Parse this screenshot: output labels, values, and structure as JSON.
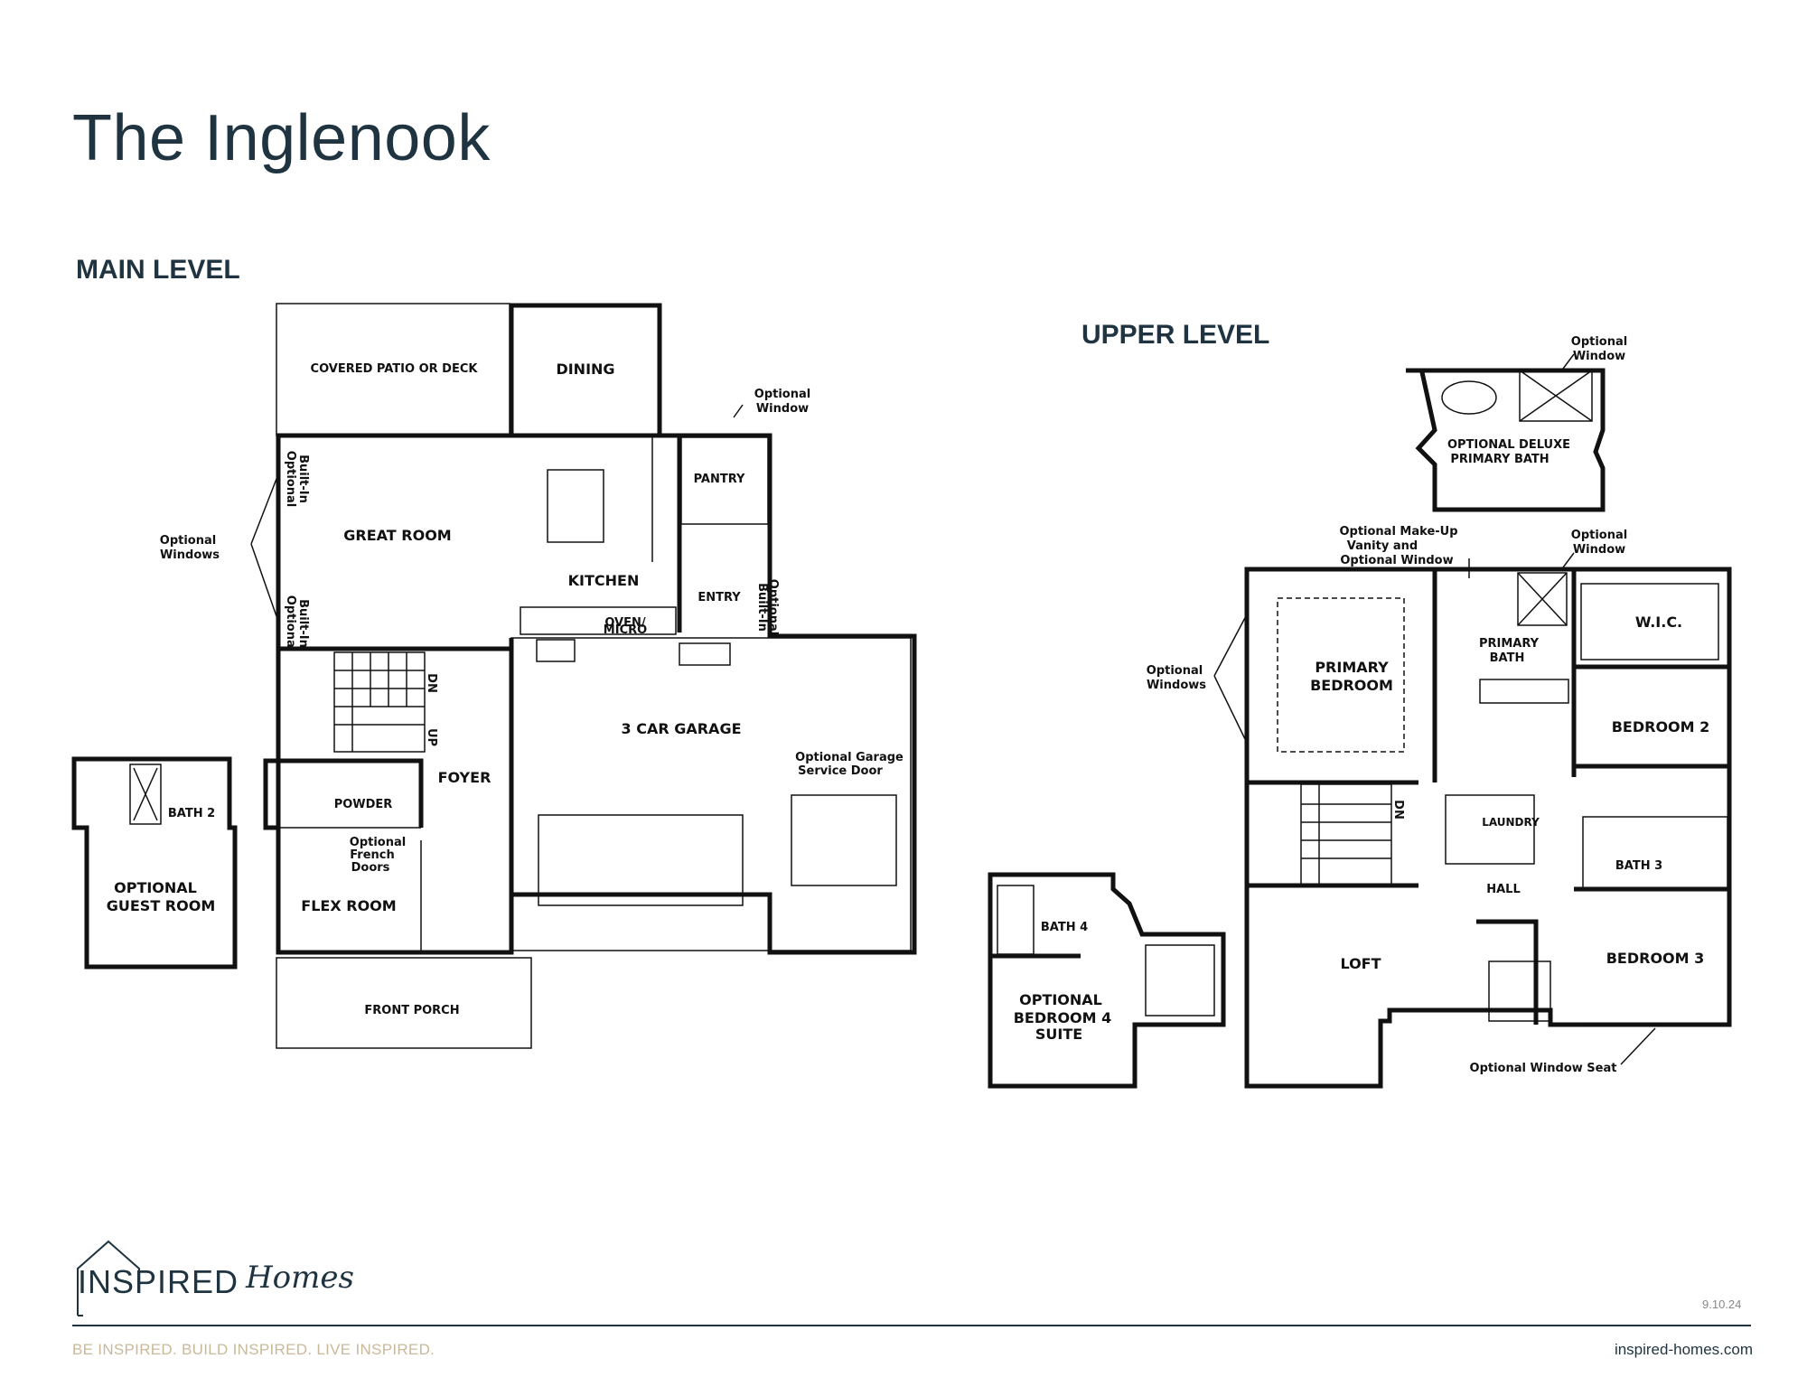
{
  "title": "The Inglenook",
  "main_level": {
    "label": "MAIN LEVEL",
    "rooms": {
      "patio": "COVERED PATIO OR DECK",
      "dining": "DINING",
      "great_room": "GREAT ROOM",
      "kitchen": "KITCHEN",
      "pantry": "PANTRY",
      "entry": "ENTRY",
      "garage": "3 CAR GARAGE",
      "foyer": "FOYER",
      "powder": "POWDER",
      "flex_room": "FLEX ROOM",
      "front_porch": "FRONT PORCH",
      "bath2": "BATH 2",
      "guest_room_1": "OPTIONAL",
      "guest_room_2": "GUEST ROOM"
    },
    "notes": {
      "opt_window_1": "Optional",
      "opt_window_2": "Window",
      "opt_windows_1": "Optional",
      "opt_windows_2": "Windows",
      "builtin_1": "Optional",
      "builtin_2": "Built-In",
      "garage_door_1": "Optional Garage",
      "garage_door_2": "Service Door",
      "french_1": "Optional",
      "french_2": "French",
      "french_3": "Doors",
      "oven": "OVEN/",
      "micro": "MICRO",
      "dn": "DN",
      "up": "UP"
    }
  },
  "upper_level": {
    "label": "UPPER LEVEL",
    "rooms": {
      "deluxe_bath_1": "OPTIONAL DELUXE",
      "deluxe_bath_2": "PRIMARY BATH",
      "primary_bedroom_1": "PRIMARY",
      "primary_bedroom_2": "BEDROOM",
      "primary_bath_1": "PRIMARY",
      "primary_bath_2": "BATH",
      "wic": "W.I.C.",
      "bedroom2": "BEDROOM 2",
      "laundry": "LAUNDRY",
      "bath3": "BATH 3",
      "hall": "HALL",
      "loft": "LOFT",
      "bedroom3": "BEDROOM 3",
      "bath4": "BATH 4",
      "bedroom4_1": "OPTIONAL",
      "bedroom4_2": "BEDROOM 4",
      "bedroom4_3": "SUITE"
    },
    "notes": {
      "opt_window_a1": "Optional",
      "opt_window_a2": "Window",
      "opt_window_b1": "Optional",
      "opt_window_b2": "Window",
      "makeup_1": "Optional Make-Up",
      "makeup_2": "Vanity and",
      "makeup_3": "Optional Window",
      "opt_windows_1": "Optional",
      "opt_windows_2": "Windows",
      "window_seat": "Optional Window Seat",
      "dn": "DN"
    }
  },
  "footer": {
    "brand_word": "INSPIRED",
    "brand_script": "Homes",
    "date": "9.10.24",
    "tagline": "BE INSPIRED. BUILD INSPIRED. LIVE INSPIRED.",
    "website": "inspired-homes.com"
  },
  "colors": {
    "navy": "#1f3440",
    "tan": "#c9b99a"
  }
}
